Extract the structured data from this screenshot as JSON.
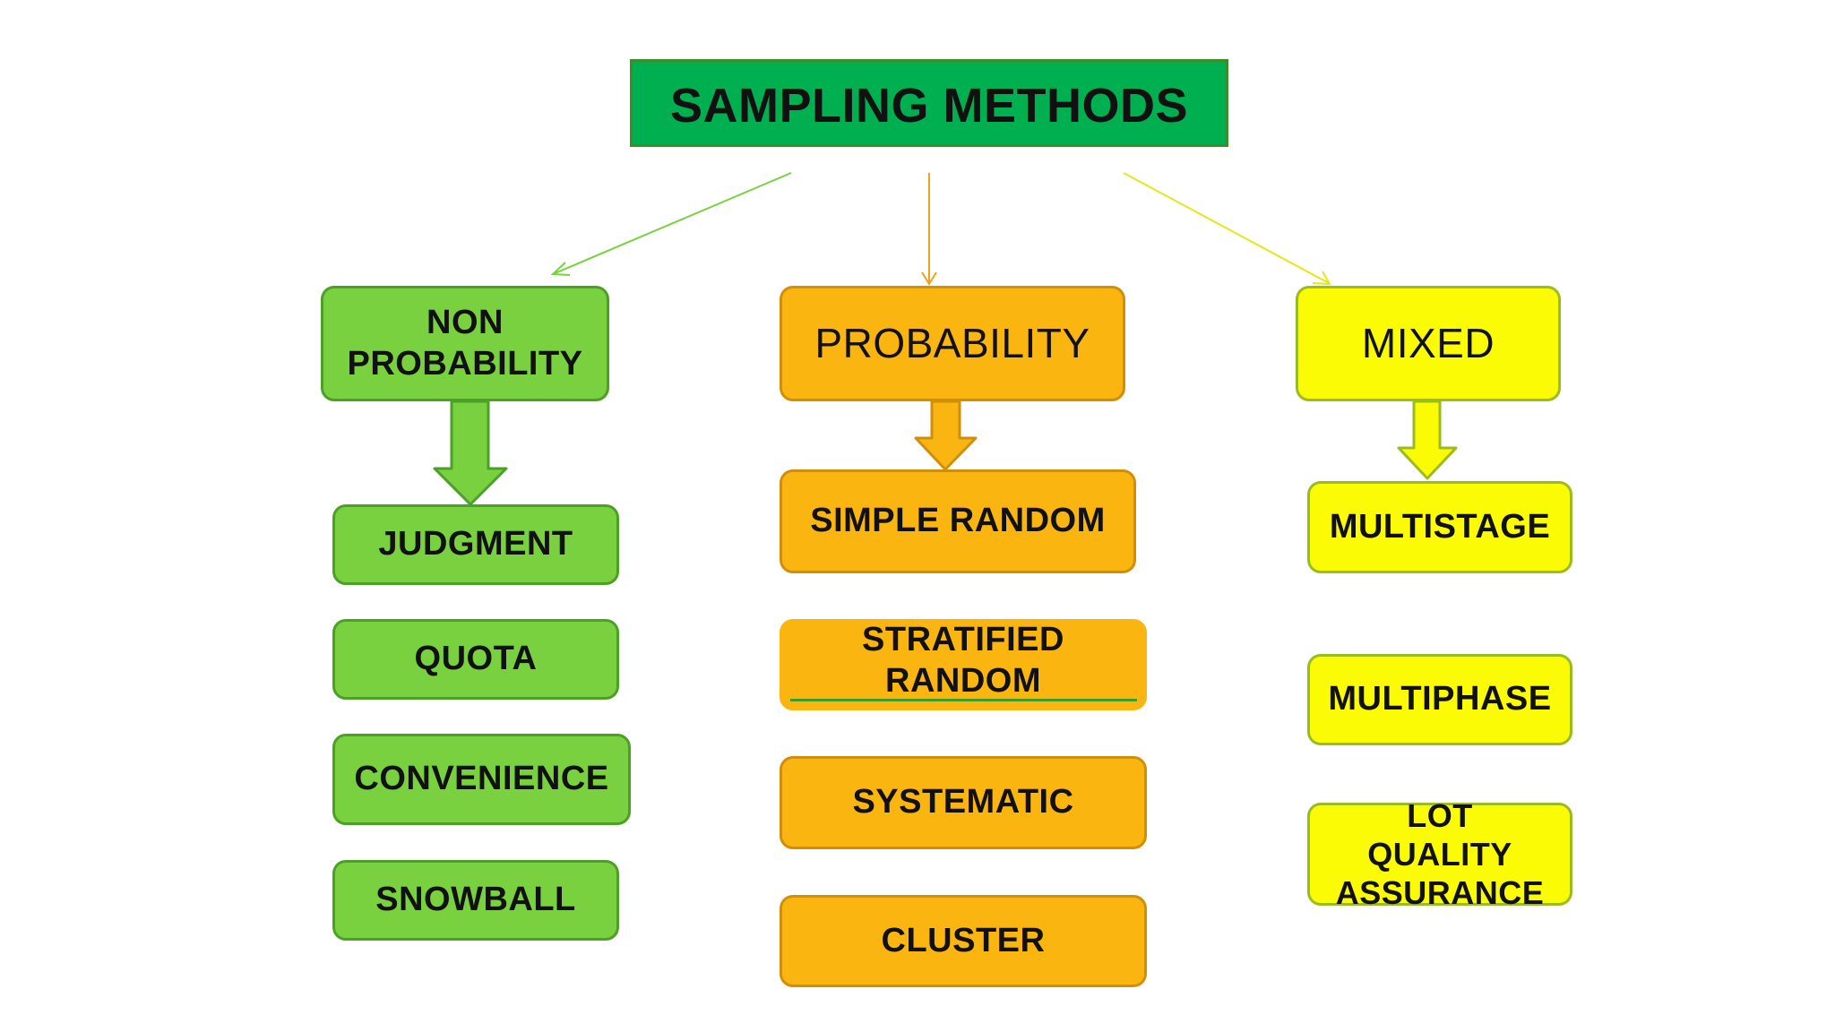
{
  "diagram": {
    "title": "SAMPLING METHODS",
    "categories": [
      {
        "key": "non-probability",
        "lines": [
          "NON",
          "PROBABILITY"
        ],
        "color": "#79d13f",
        "methods": [
          "JUDGMENT",
          "QUOTA",
          "CONVENIENCE",
          "SNOWBALL"
        ]
      },
      {
        "key": "probability",
        "lines": [
          "PROBABILITY"
        ],
        "color": "#fbb511",
        "methods": [
          "SIMPLE RANDOM",
          "STRATIFIED RANDOM",
          "SYSTEMATIC",
          "CLUSTER"
        ]
      },
      {
        "key": "mixed",
        "lines": [
          "MIXED"
        ],
        "color": "#fbfb05",
        "methods": [
          "MULTISTAGE",
          "MULTIPHASE",
          "LOT QUALITY ASSURANCE"
        ]
      }
    ],
    "colors": {
      "title_bg": "#00b050",
      "green": "#79d13f",
      "orange": "#fbb511",
      "yellow": "#fbfb05"
    }
  }
}
